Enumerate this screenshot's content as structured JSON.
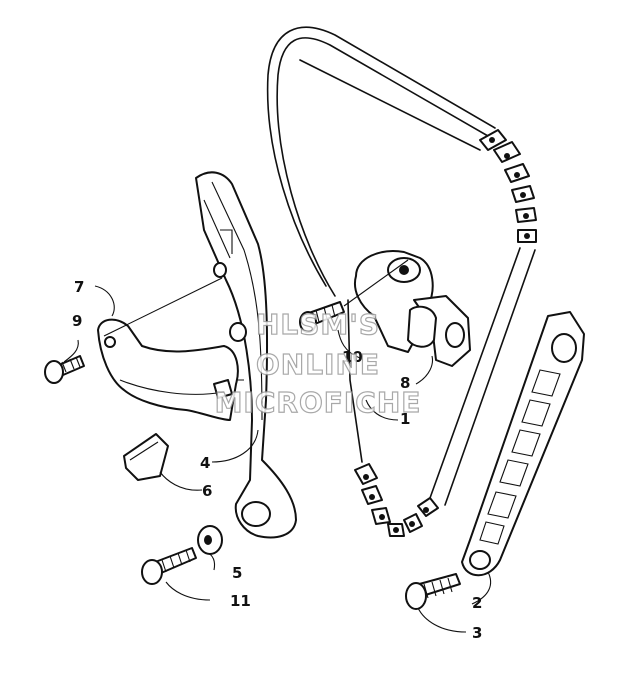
{
  "diagram": {
    "callouts": {
      "c1": "1",
      "c2": "2",
      "c3": "3",
      "c4": "4",
      "c5": "5",
      "c6": "6",
      "c7": "7",
      "c8": "8",
      "c9": "9",
      "c10": "10",
      "c11": "11"
    },
    "watermark": {
      "line1": "HLSM'S",
      "line2": "ONLINE",
      "line3": "MICROFICHE"
    }
  }
}
